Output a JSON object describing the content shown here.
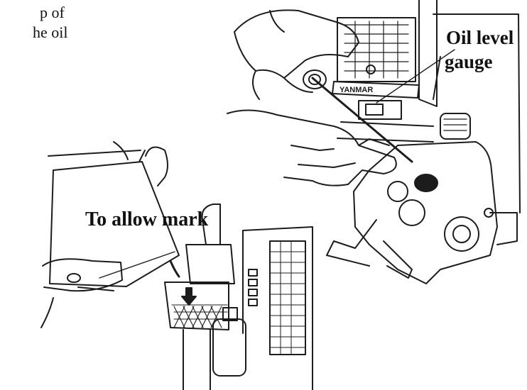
{
  "partial_text": {
    "line1": "p of",
    "line2": "he oil"
  },
  "callouts": {
    "oil_level_line1": "Oil level",
    "oil_level_line2": "gauge",
    "to_allow_mark": "To allow mark"
  }
}
